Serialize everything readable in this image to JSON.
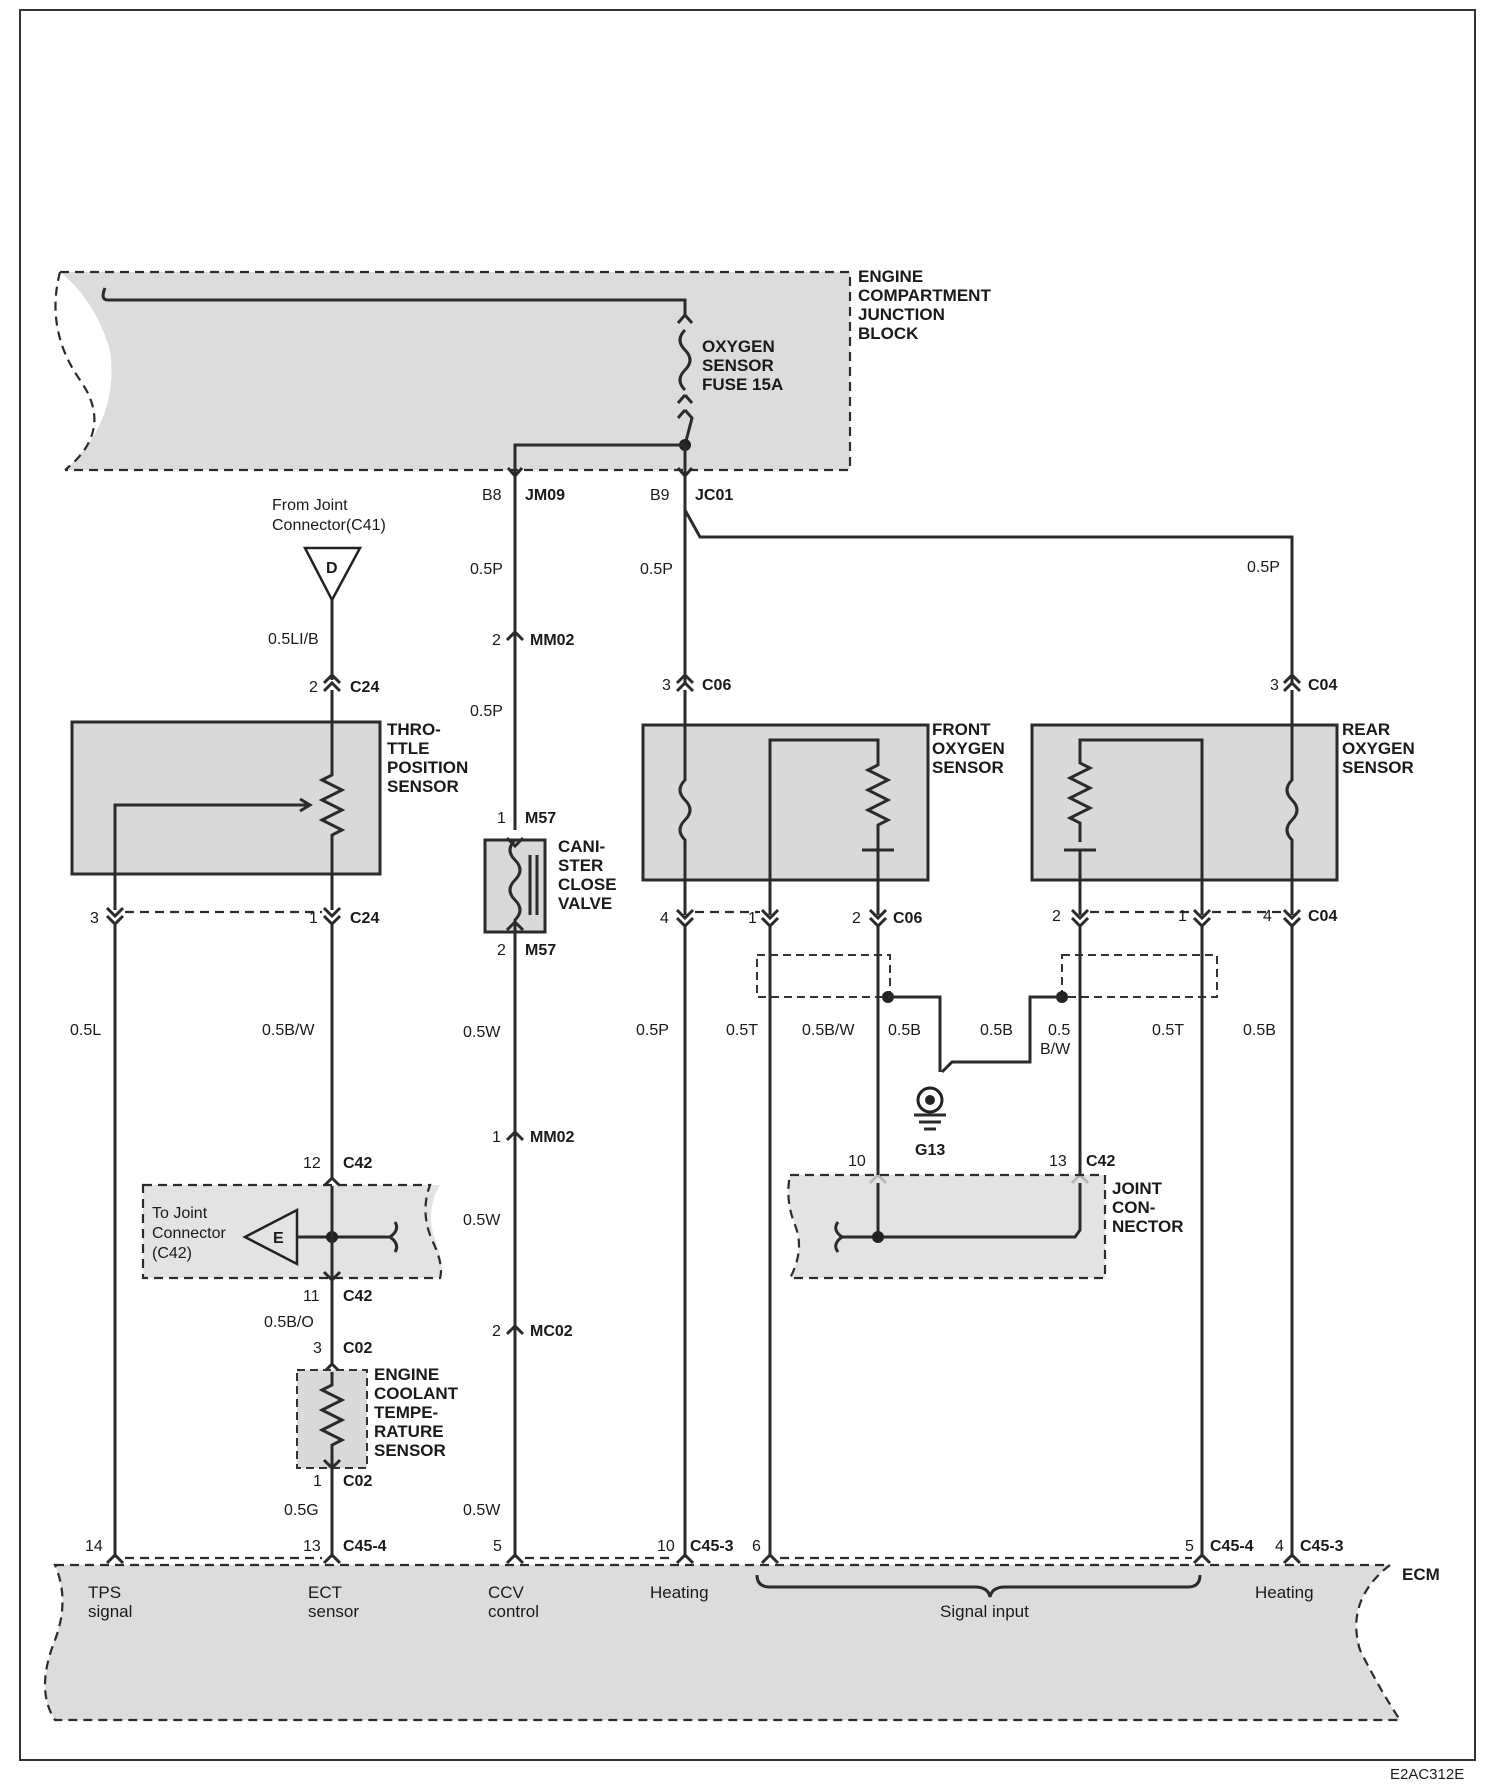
{
  "diagram": {
    "code": "E2AC312E",
    "junction_block": {
      "title": [
        "ENGINE",
        "COMPARTMENT",
        "JUNCTION",
        "BLOCK"
      ]
    },
    "fuse": {
      "label": [
        "OXYGEN",
        "SENSOR",
        "FUSE 15A"
      ]
    },
    "terminals": {
      "b8": "B8",
      "jm09": "JM09",
      "b9": "B9",
      "jc01": "JC01"
    },
    "from_joint": [
      "From Joint",
      "Connector(C41)"
    ],
    "connector_d": "D",
    "connector_e": "E",
    "to_joint": [
      "To Joint",
      "Connector",
      "(C42)"
    ],
    "components": {
      "tps": [
        "THRO-",
        "TTLE",
        "POSITION",
        "SENSOR"
      ],
      "ccv": [
        "CANI-",
        "STER",
        "CLOSE",
        "VALVE"
      ],
      "front_o2": [
        "FRONT",
        "OXYGEN",
        "SENSOR"
      ],
      "rear_o2": [
        "REAR",
        "OXYGEN",
        "SENSOR"
      ],
      "ect": [
        "ENGINE",
        "COOLANT",
        "TEMPE-",
        "RATURE",
        "SENSOR"
      ],
      "joint_conn": [
        "JOINT",
        "CON-",
        "NECTOR"
      ]
    },
    "connectors": {
      "c24": "C24",
      "c06": "C06",
      "c04": "C04",
      "mm02": "MM02",
      "m57": "M57",
      "c42": "C42",
      "c02": "C02",
      "mc02": "MC02",
      "c45_4": "C45-4",
      "c45_3": "C45-3",
      "g13": "G13",
      "ecm": "ECM"
    },
    "pins": {
      "p1": "1",
      "p2": "2",
      "p3": "3",
      "p4": "4",
      "p5": "5",
      "p6": "6",
      "p10": "10",
      "p11": "11",
      "p12": "12",
      "p13": "13",
      "p14": "14"
    },
    "wires": {
      "w05p": "0.5P",
      "w05li_b": "0.5LI/B",
      "w05l": "0.5L",
      "w05b_w": "0.5B/W",
      "w05w": "0.5W",
      "w05t": "0.5T",
      "w05b": "0.5B",
      "w05": "0.5",
      "wbw": "B/W",
      "w05b_o": "0.5B/O",
      "w05g": "0.5G"
    },
    "ecm_labels": {
      "tps": [
        "TPS",
        "signal"
      ],
      "ect": [
        "ECT",
        "sensor"
      ],
      "ccv": [
        "CCV",
        "control"
      ],
      "heating": "Heating",
      "signal_input": "Signal input"
    }
  }
}
